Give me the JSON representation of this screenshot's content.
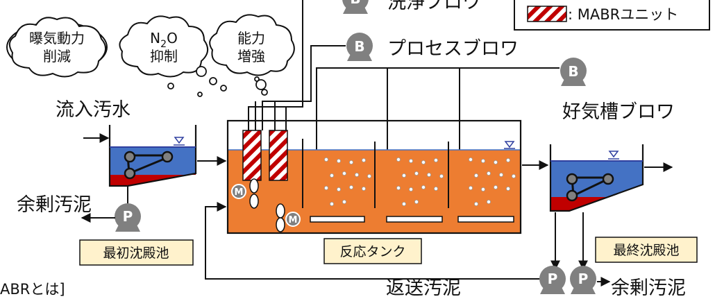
{
  "legend": {
    "text": ": MABRユニット"
  },
  "blowers": {
    "wash": {
      "glyph": "B",
      "label": "洗浄ブロワ"
    },
    "process": {
      "glyph": "B",
      "label": "プロセスブロワ"
    },
    "aerobic": {
      "glyph": "B",
      "label": "好気槽ブロワ"
    }
  },
  "clouds": [
    {
      "line1": "曝気動力",
      "line2": "削減"
    },
    {
      "line1": "N",
      "sub": "2",
      "tail": "O",
      "line2": "抑制"
    },
    {
      "line1": "能力",
      "line2": "増強"
    }
  ],
  "labels": {
    "influent": "流入汚水",
    "excess_sludge_left": "余剰汚泥",
    "excess_sludge_right": "余剰汚泥",
    "return_sludge": "返送汚泥",
    "bottom_left": "ABRとは]"
  },
  "boxes": {
    "primary": "最初沈殿池",
    "reactor": "反応タンク",
    "final": "最終沈殿池"
  },
  "pumps": {
    "glyph": "P"
  },
  "mixers": {
    "glyph": "M"
  },
  "colors": {
    "water": "#4472c4",
    "sludge": "#c00000",
    "reactor": "#ed7d31",
    "blower": "#808080",
    "label_box": "#fff2cc",
    "hatch": "#c00000"
  }
}
